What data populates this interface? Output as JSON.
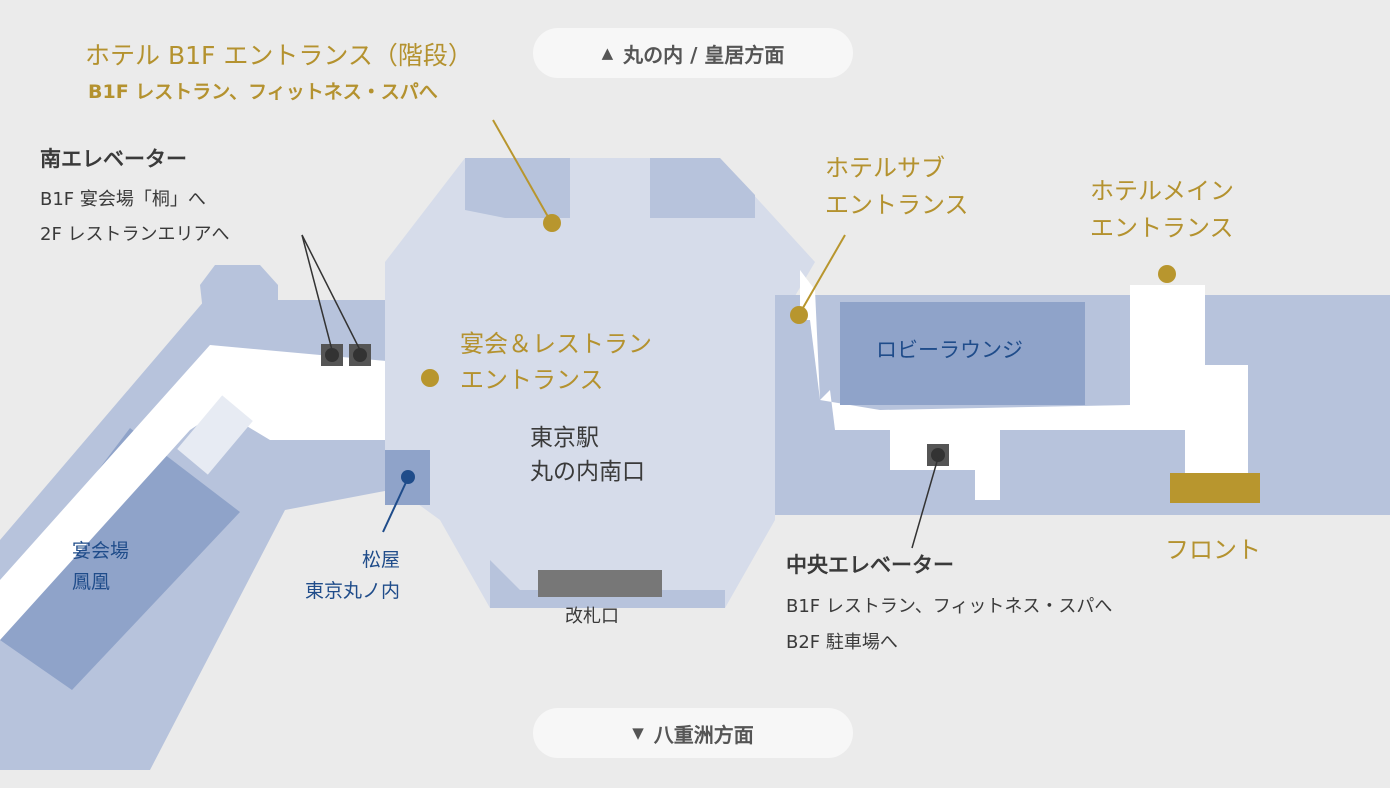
{
  "colors": {
    "background": "#ebebeb",
    "station": "#d6dcea",
    "building": "#b7c3dc",
    "room": "#8fa3c9",
    "accent_gold": "#b8962e",
    "navy_text": "#1f4c8a"
  },
  "directions": {
    "north": {
      "icon": "triangle-up-icon",
      "arrow": "▲",
      "label": "丸の内 / 皇居方面"
    },
    "south": {
      "icon": "triangle-down-icon",
      "arrow": "▼",
      "label": "八重洲方面"
    }
  },
  "entrances": {
    "b1f_stairs": {
      "title": "ホテル B1F エントランス（階段）",
      "sub": "B1F レストラン、フィットネス・スパへ"
    },
    "banquet_restaurant": {
      "line1": "宴会＆レストラン",
      "line2": "エントランス"
    },
    "sub": {
      "line1": "ホテルサブ",
      "line2": "エントランス"
    },
    "main": {
      "line1": "ホテルメイン",
      "line2": "エントランス"
    }
  },
  "elevators": {
    "south": {
      "title": "南エレベーター",
      "line1": "B1F 宴会場「桐」へ",
      "line2": "2F レストランエリアへ"
    },
    "central": {
      "title": "中央エレベーター",
      "line1": "B1F レストラン、フィットネス・スパへ",
      "line2": "B2F 駐車場へ"
    }
  },
  "places": {
    "station": {
      "line1": "東京駅",
      "line2": "丸の内南口"
    },
    "gates": "改札口",
    "matsuya": {
      "line1": "松屋",
      "line2": "東京丸ノ内"
    },
    "banquet_hall": {
      "line1": "宴会場",
      "line2": "鳳凰"
    },
    "lobby_lounge": "ロビーラウンジ",
    "front_desk": "フロント"
  }
}
